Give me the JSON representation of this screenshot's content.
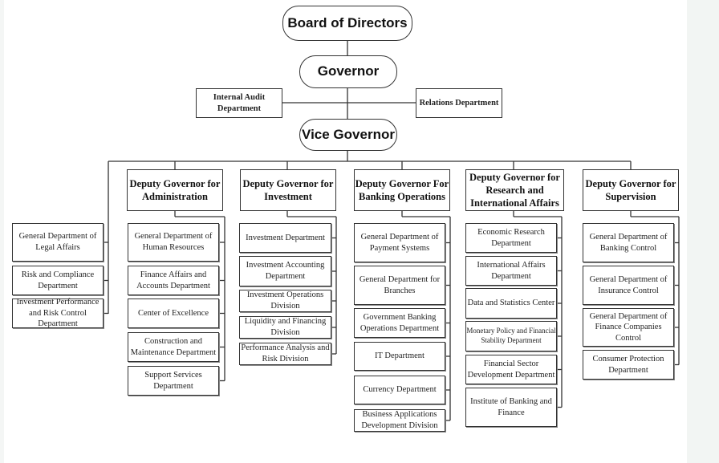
{
  "top": {
    "board": "Board of Directors",
    "governor": "Governor",
    "vice_governor": "Vice Governor",
    "internal_audit": "Internal Audit Department",
    "relations": "Relations  Department"
  },
  "vice_governor_direct": [
    "General Department of Legal Affairs",
    "Risk and Compliance Department",
    "Investment Performance and Risk Control Department"
  ],
  "deputies": [
    {
      "title": "Deputy Governor for Administration",
      "units": [
        "General Department of Human Resources",
        "Finance Affairs and Accounts Department",
        "Center of Excellence",
        "Construction and Maintenance Department",
        "Support Services Department"
      ]
    },
    {
      "title": "Deputy Governor for Investment",
      "units": [
        "Investment Department",
        "Investment Accounting Department",
        "Investment Operations Division",
        "Liquidity and Financing Division",
        "Performance Analysis and Risk Division"
      ]
    },
    {
      "title": "Deputy Governor For Banking Operations",
      "units": [
        "General Department of Payment Systems",
        "General Department for Branches",
        "Government Banking Operations Department",
        "IT Department",
        "Currency Department",
        "Business Applications Development Division"
      ]
    },
    {
      "title": "Deputy Governor for Research and International Affairs",
      "units": [
        "Economic Research Department",
        "International Affairs Department",
        "Data and Statistics Center",
        "Monetary Policy and Financial Stability Department",
        "Financial Sector Development Department",
        "Institute of Banking and Finance"
      ]
    },
    {
      "title": "Deputy Governor for Supervision",
      "units": [
        "General Department of Banking Control",
        "General Department of Insurance Control",
        "General Department of Finance Companies Control",
        "Consumer Protection Department"
      ]
    }
  ]
}
